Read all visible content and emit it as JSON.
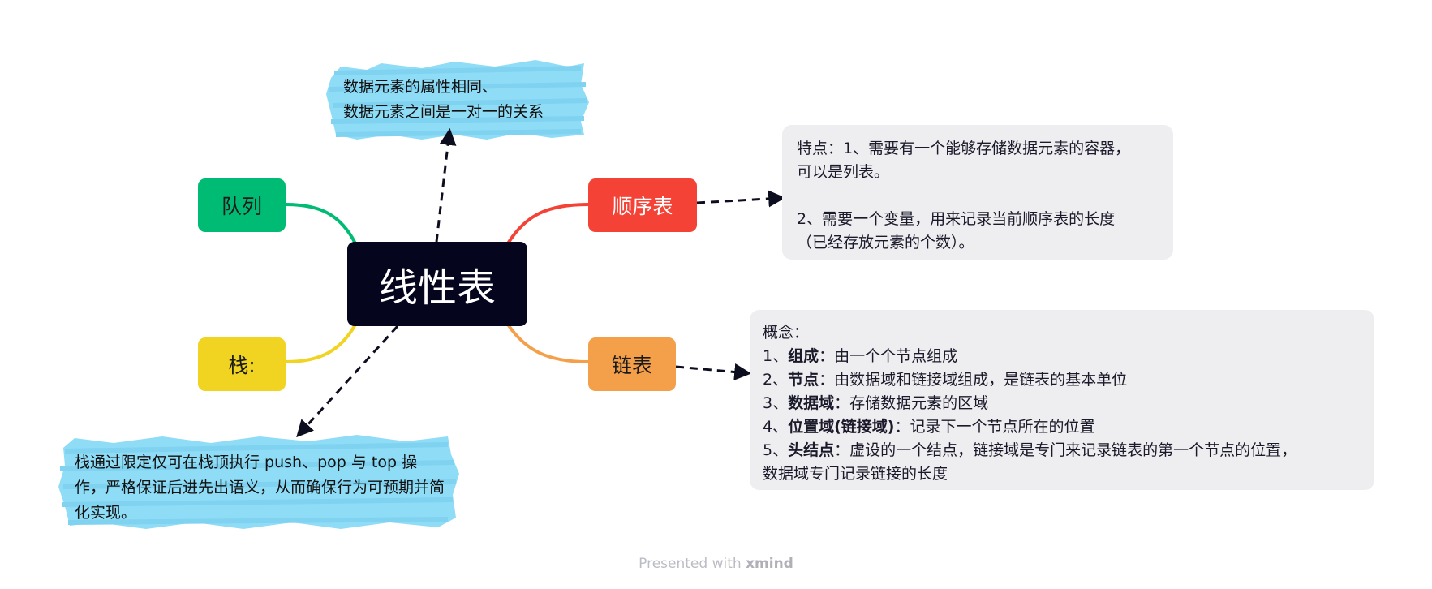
{
  "center": {
    "label": "线性表"
  },
  "branches": {
    "queue": "队列",
    "stack": "栈:",
    "sequential": "顺序表",
    "linked": "链表"
  },
  "notes": {
    "top": "数据元素的属性相同、\n数据元素之间是一对一的关系",
    "stack": "栈通过限定仅可在栈顶执行 push、pop 与 top 操作，严格保证后进先出语义，从而确保行为可预期并简化实现。"
  },
  "sequential_card": {
    "p1": "特点：1、需要有一个能够存储数据元素的容器，\n可以是列表。",
    "p2": "2、需要一个变量，用来记录当前顺序表的长度\n（已经存放元素的个数）。"
  },
  "linked_card": {
    "title": "概念：",
    "items": [
      {
        "prefix": "1、",
        "term": "组成",
        "desc": "：由一个个节点组成"
      },
      {
        "prefix": "2、",
        "term": "节点",
        "desc": "：由数据域和链接域组成，是链表的基本单位"
      },
      {
        "prefix": "3、",
        "term": "数据域",
        "desc": "：存储数据元素的区域"
      },
      {
        "prefix": "4、",
        "term": "位置域(链接域)",
        "desc": "：记录下一个节点所在的位置"
      },
      {
        "prefix": "5、",
        "term": "头结点",
        "desc": "：虚设的一个结点，链接域是专门来记录链表的第一个节点的位置，"
      }
    ],
    "last_line": "数据域专门记录链接的长度"
  },
  "footer": {
    "prefix": "Presented with ",
    "brand": "xmind"
  },
  "colors": {
    "center": "#05051d",
    "queue": "#00bb74",
    "stack": "#f1d321",
    "sequential": "#f44336",
    "linked": "#f4a04a",
    "sketch": "#8fdcf6",
    "card": "#eeedf0"
  }
}
